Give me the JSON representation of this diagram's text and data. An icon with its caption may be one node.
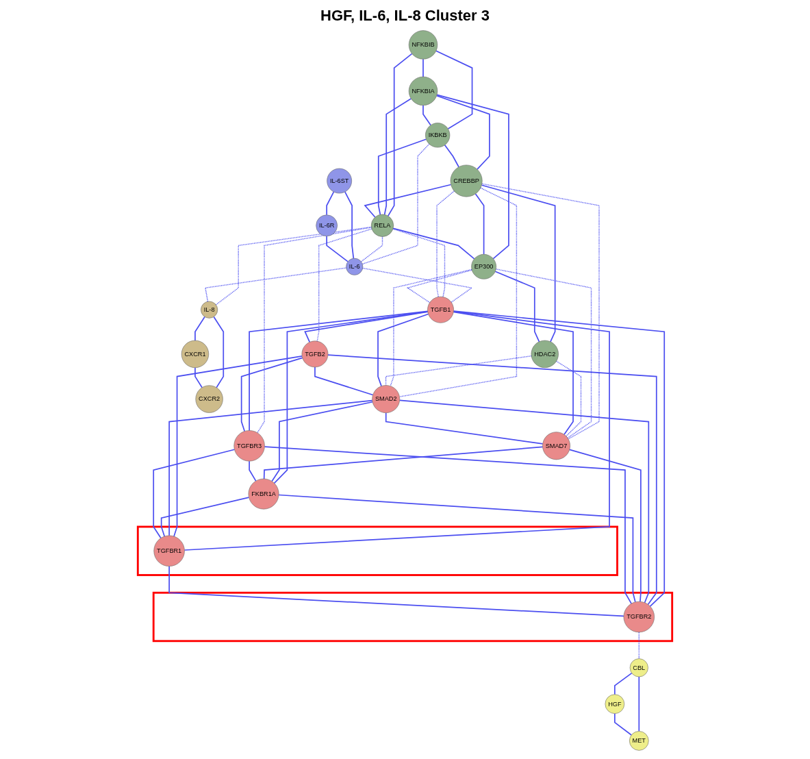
{
  "diagram": {
    "title": "HGF, IL-6, IL-8 Cluster 3",
    "nodes": [
      {
        "text": [
          "NFKBIB"
        ]
      },
      {
        "text": [
          "NFKBIA"
        ]
      },
      {
        "text": [
          "IKBKB"
        ]
      },
      {
        "text": [
          "CREBBP"
        ]
      },
      {
        "text": [
          "IL-6ST"
        ]
      },
      {
        "text": [
          "HDAC2"
        ]
      },
      {
        "text": [
          "EP300"
        ]
      },
      {
        "text": [
          "IL-6R"
        ]
      },
      {
        "text": [
          "RELA"
        ]
      },
      {
        "text": [
          "IL-6"
        ]
      },
      {
        "text": [
          "SMAD2"
        ]
      },
      {
        "text": [
          "SMAD7"
        ]
      },
      {
        "text": [
          "TGFB1"
        ]
      },
      {
        "text": [
          "IL-8"
        ]
      },
      {
        "text": [
          "TGFB2"
        ]
      },
      {
        "text": [
          "CXCR1"
        ]
      },
      {
        "text": [
          "FKBR1A"
        ]
      },
      {
        "text": [
          "CXCR2"
        ]
      },
      {
        "text": [
          "TGFBR3"
        ]
      },
      {
        "text": [],
        "shape": "box"
      },
      {
        "text": [
          "TGFBR2"
        ],
        "in": 19
      },
      {
        "text": [],
        "shape": "box"
      },
      {
        "text": [
          "TGFBR1"
        ],
        "in": 21
      },
      {
        "text": [
          "CBL"
        ]
      },
      {
        "text": [
          "HGF"
        ]
      },
      {
        "text": [
          "MET"
        ]
      }
    ],
    "edges": [
      {
        "from": 0,
        "to": 1,
        "arrow": "none"
      },
      {
        "from": 0,
        "to": 2,
        "arrow": "none"
      },
      {
        "from": 0,
        "to": 8,
        "arrow": "none"
      },
      {
        "from": 1,
        "to": 2,
        "arrow": "none"
      },
      {
        "from": 1,
        "to": 8,
        "arrow": "none"
      },
      {
        "from": 1,
        "to": 3,
        "arrow": "none"
      },
      {
        "from": 1,
        "to": 6,
        "arrow": "none"
      },
      {
        "from": 2,
        "to": 3,
        "arrow": "none"
      },
      {
        "from": 2,
        "to": 8,
        "arrow": "none"
      },
      {
        "from": 3,
        "to": 5,
        "arrow": "none"
      },
      {
        "from": 3,
        "to": 8,
        "arrow": "none"
      },
      {
        "from": 3,
        "to": 6,
        "arrow": "none"
      },
      {
        "from": 8,
        "to": 6,
        "arrow": "none"
      },
      {
        "from": 6,
        "to": 5,
        "arrow": "none"
      },
      {
        "from": 2,
        "to": 9,
        "arrow": "none",
        "style": "dashed"
      },
      {
        "from": 8,
        "to": 9,
        "arrow": "none",
        "style": "dashed"
      },
      {
        "from": 8,
        "to": 13,
        "arrow": "none",
        "style": "dashed"
      },
      {
        "from": 9,
        "to": 13,
        "arrow": "none",
        "style": "dashed"
      },
      {
        "from": 9,
        "to": 12,
        "arrow": "none",
        "style": "dashed"
      },
      {
        "from": 8,
        "to": 12,
        "arrow": "none",
        "style": "dashed"
      },
      {
        "from": 8,
        "to": 18,
        "arrow": "none",
        "style": "dashed"
      },
      {
        "from": 8,
        "to": 14,
        "arrow": "none",
        "style": "dashed"
      },
      {
        "from": 3,
        "to": 12,
        "arrow": "none",
        "style": "dashed"
      },
      {
        "from": 6,
        "to": 12,
        "arrow": "none",
        "style": "dashed"
      },
      {
        "from": 3,
        "to": 10,
        "arrow": "none",
        "style": "dashed"
      },
      {
        "from": 3,
        "to": 11,
        "arrow": "none",
        "style": "dashed"
      },
      {
        "from": 6,
        "to": 10,
        "arrow": "none",
        "style": "dashed"
      },
      {
        "from": 6,
        "to": 11,
        "arrow": "none",
        "style": "dashed"
      },
      {
        "from": 5,
        "to": 10,
        "arrow": "none",
        "style": "dashed"
      },
      {
        "from": 5,
        "to": 11,
        "arrow": "none",
        "style": "dashed"
      },
      {
        "from": 4,
        "to": 7,
        "arrow": "none"
      },
      {
        "from": 4,
        "to": 9,
        "arrow": "none"
      },
      {
        "from": 7,
        "to": 9,
        "arrow": "none"
      },
      {
        "from": 13,
        "to": 15,
        "arrow": "none"
      },
      {
        "from": 13,
        "to": 17,
        "arrow": "none"
      },
      {
        "from": 15,
        "to": 17,
        "arrow": "none"
      },
      {
        "from": 12,
        "to": 10,
        "arrow": "none"
      },
      {
        "from": 12,
        "to": 11,
        "arrow": "none"
      },
      {
        "from": 12,
        "to": 14,
        "arrow": "none"
      },
      {
        "from": 12,
        "to": 18,
        "arrow": "none"
      },
      {
        "from": 12,
        "to": 22,
        "arrow": "none"
      },
      {
        "from": 12,
        "to": 16,
        "arrow": "none"
      },
      {
        "from": 12,
        "to": 20,
        "arrow": "none"
      },
      {
        "from": 14,
        "to": 18,
        "arrow": "none"
      },
      {
        "from": 14,
        "to": 22,
        "arrow": "none"
      },
      {
        "from": 14,
        "to": 20,
        "arrow": "none"
      },
      {
        "from": 14,
        "to": 10,
        "arrow": "none"
      },
      {
        "from": 10,
        "to": 11,
        "arrow": "none"
      },
      {
        "from": 10,
        "to": 22,
        "arrow": "none"
      },
      {
        "from": 10,
        "to": 16,
        "arrow": "none"
      },
      {
        "from": 10,
        "to": 20,
        "arrow": "none"
      },
      {
        "from": 11,
        "to": 16,
        "arrow": "none"
      },
      {
        "from": 11,
        "to": 20,
        "arrow": "none"
      },
      {
        "from": 16,
        "to": 22,
        "arrow": "none"
      },
      {
        "from": 16,
        "to": 20,
        "arrow": "none"
      },
      {
        "from": 18,
        "to": 16,
        "arrow": "none"
      },
      {
        "from": 18,
        "to": 20,
        "arrow": "none"
      },
      {
        "from": 18,
        "to": 22,
        "arrow": "none"
      },
      {
        "from": 22,
        "to": 20,
        "arrow": "none"
      },
      {
        "from": 20,
        "to": 23,
        "arrow": "none",
        "style": "dashed"
      },
      {
        "from": 23,
        "to": 24,
        "arrow": "none"
      },
      {
        "from": 23,
        "to": 25,
        "arrow": "none"
      },
      {
        "from": 24,
        "to": 25,
        "arrow": "none"
      }
    ]
  }
}
